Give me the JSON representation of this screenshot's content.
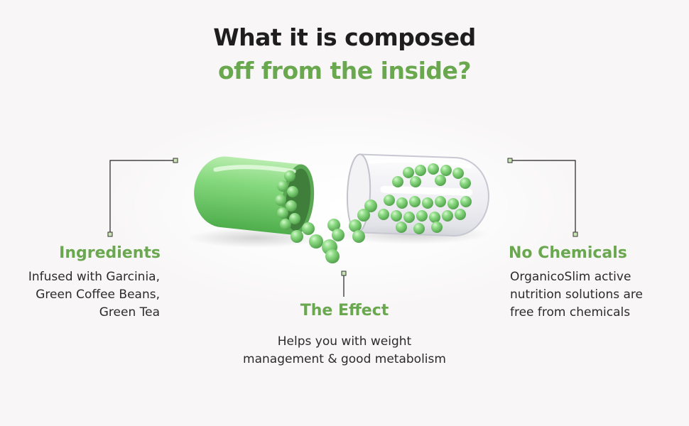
{
  "title": {
    "line1": "What it is composed",
    "line2": "off from the inside?"
  },
  "colors": {
    "accent": "#6aa84f",
    "heading_dark": "#1e1e1e",
    "text": "#2b2b2b",
    "capsule_green": "#7ed47a",
    "background": "#f8f6f6"
  },
  "callouts": {
    "ingredients": {
      "heading": "Ingredients",
      "lines": [
        "Infused with Garcinia,",
        "Green Coffee Beans,",
        "Green Tea"
      ]
    },
    "effect": {
      "heading": "The Effect",
      "lines": [
        "Helps you with weight",
        "management & good metabolism"
      ]
    },
    "no_chemicals": {
      "heading": "No Chemicals",
      "lines": [
        "OrganicoSlim active",
        "nutrition solutions are",
        "free from chemicals"
      ]
    }
  }
}
